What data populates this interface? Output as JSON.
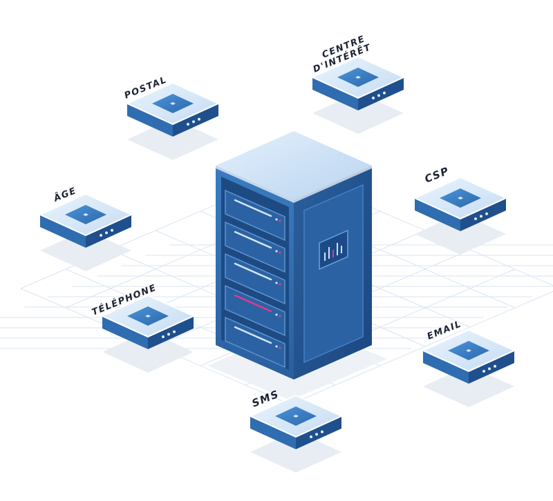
{
  "colors": {
    "background": "#ffffff",
    "grid": "#d9e4f2",
    "device_top": "#d6e9fb",
    "device_top_edge": "#ffffff",
    "device_left": "#2f6db0",
    "device_right": "#1f4f8c",
    "device_pad": "#3f86cc",
    "device_pad_dark": "#2a5fa0",
    "server_top": "#cfe3f8",
    "server_front": "#2c67a8",
    "server_side": "#1d4f8b",
    "accent_pink": "#e03a8a",
    "shadow": "#e8edf3"
  },
  "server": {
    "name": "central-server",
    "slots": 5,
    "highlight_slot": 4
  },
  "nodes": [
    {
      "id": "postal",
      "label": "POSTAL"
    },
    {
      "id": "centre-interet",
      "label_line1": "CENTRE",
      "label_line2": "D'INTÉRÊT"
    },
    {
      "id": "age",
      "label": "ÂGE"
    },
    {
      "id": "csp",
      "label": "CSP"
    },
    {
      "id": "telephone",
      "label": "TÉLÉPHONE"
    },
    {
      "id": "email",
      "label": "EMAIL"
    },
    {
      "id": "sms",
      "label": "SMS"
    }
  ]
}
